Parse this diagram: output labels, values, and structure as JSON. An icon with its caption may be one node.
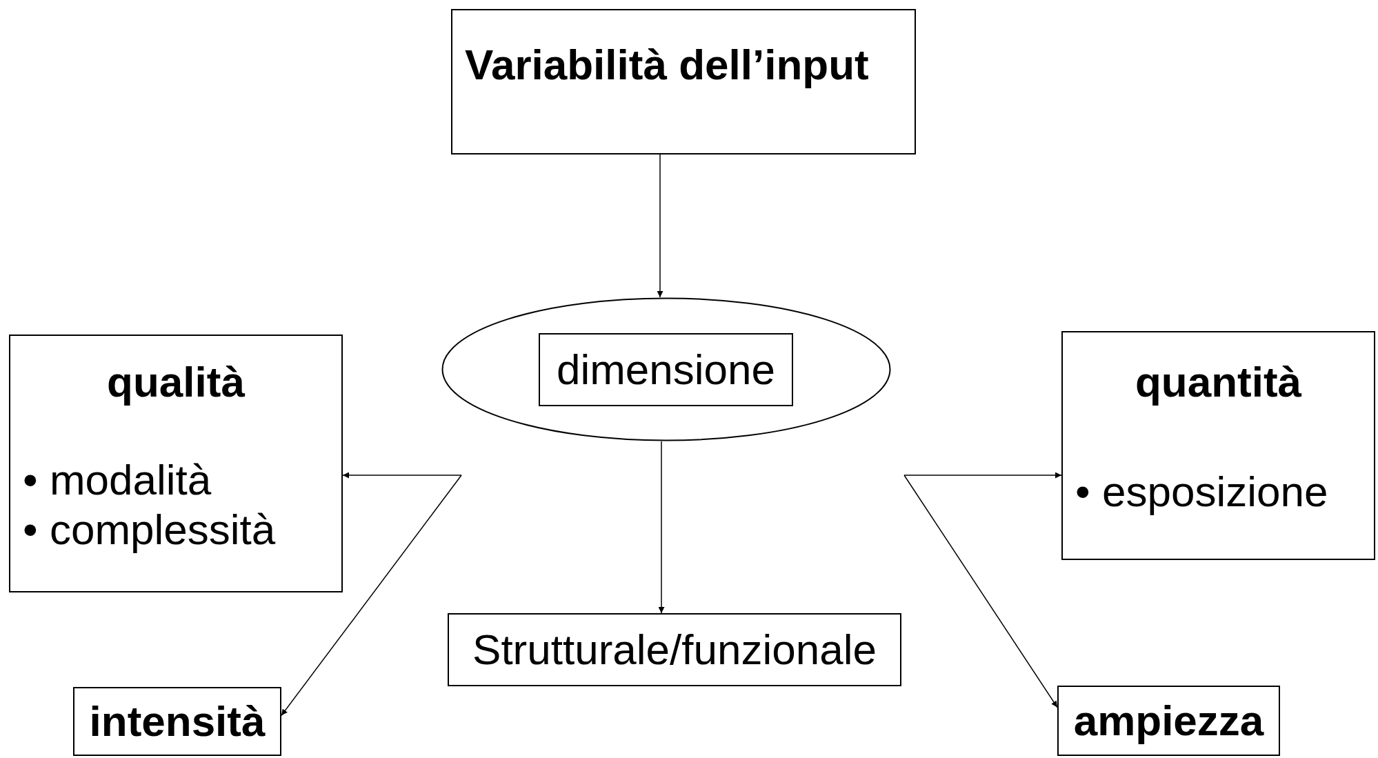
{
  "diagram": {
    "nodes": [
      {
        "text": [
          "Variabilità dell’input"
        ]
      },
      {
        "text": [],
        "shape": "ellipse"
      },
      {
        "text": [
          "dimensione"
        ],
        "in": 1
      },
      {
        "text": [
          "qualità",
          "• modalità",
          "• complessità"
        ]
      },
      {
        "text": [
          "quantità",
          "• esposizione"
        ]
      },
      {
        "text": [
          "Strutturale/funzionale"
        ]
      },
      {
        "text": [
          "intensità"
        ]
      },
      {
        "text": [
          "ampiezza"
        ]
      }
    ],
    "edges": [
      {
        "from": 0,
        "to": 1,
        "arrow": "to"
      },
      {
        "from": 1,
        "to": 5,
        "arrow": "to"
      },
      {
        "from": null,
        "to": 3,
        "arrow": "to"
      },
      {
        "from": null,
        "to": 6,
        "arrow": "to"
      },
      {
        "from": null,
        "to": 4,
        "arrow": "to"
      },
      {
        "from": null,
        "to": 7,
        "arrow": "to"
      }
    ]
  }
}
